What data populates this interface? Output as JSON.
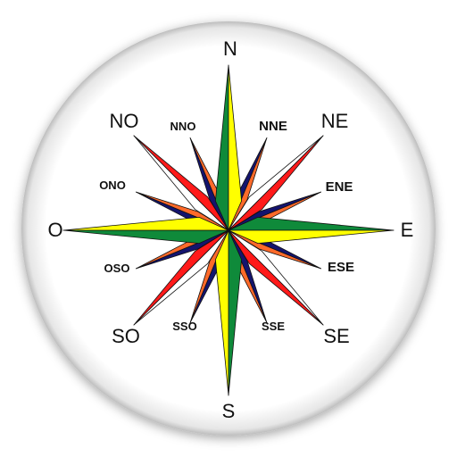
{
  "compass": {
    "cardinal": {
      "north": "N",
      "south": "S",
      "east": "E",
      "west": "O"
    },
    "intercardinal": {
      "northeast": "NE",
      "northwest": "NO",
      "southeast": "SE",
      "southwest": "SO"
    },
    "secondary": {
      "nne": "NNE",
      "ene": "ENE",
      "ese": "ESE",
      "sse": "SSE",
      "sso": "SSO",
      "oso": "OSO",
      "ono": "ONO",
      "nno": "NNO"
    },
    "colors": {
      "main_green": "#0f8a3a",
      "main_yellow": "#ffff00",
      "inter_red": "#ff1a1a",
      "inter_white": "#ffffff",
      "minor_navy": "#14146e",
      "minor_orange": "#ff6a2a",
      "disc": "#ffffff",
      "outline": "#111111"
    }
  }
}
